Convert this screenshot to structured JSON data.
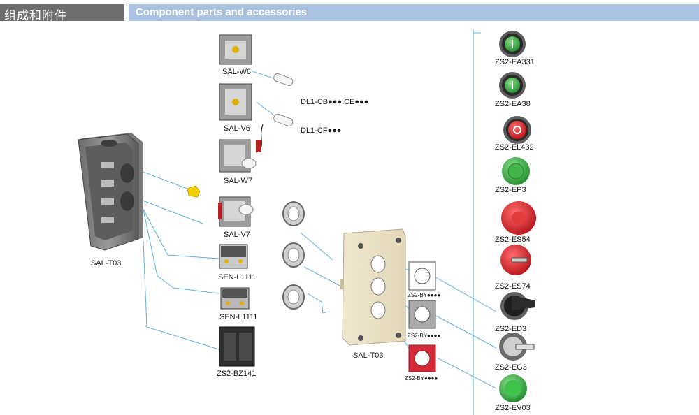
{
  "header": {
    "title_cn": "组成和附件",
    "title_en": "Component parts and accessories"
  },
  "colors": {
    "header_dark": "#6f6f6f",
    "header_light": "#a9c3e0",
    "connector_line": "#5fb3d9"
  },
  "labels": {
    "enclosure_left": "SAL-T03",
    "enclosure_right": "SAL-T03",
    "sal_w6": "SAL-W6",
    "sal_v6": "SAL-V6",
    "sal_w7": "SAL-W7",
    "sal_v7": "SAL-V7",
    "sen_l1111_a": "SEN-L1111",
    "sen_l1111_b": "SEN-L1111",
    "zs2_bz141": "ZS2-BZ141",
    "dl1_cb": "DL1-CB●●●,CE●●●",
    "dl1_cf": "DL1-CF●●●",
    "plate_1": "ZS2-BY●●●●",
    "plate_2": "ZS2-BY●●●●",
    "plate_3": "ZS2-BY●●●●"
  },
  "heads": [
    {
      "code": "ZS2-EA331",
      "icon": "green-flush-pushbutton-icon"
    },
    {
      "code": "ZS2-EA38",
      "icon": "green-flush-pushbutton-icon"
    },
    {
      "code": "ZS2-EL432",
      "icon": "red-illuminated-pushbutton-icon"
    },
    {
      "code": "ZS2-EP3",
      "icon": "green-projecting-pushbutton-icon"
    },
    {
      "code": "ZS2-ES54",
      "icon": "red-mushroom-pushbutton-icon"
    },
    {
      "code": "ZS2-ES74",
      "icon": "red-key-mushroom-icon"
    },
    {
      "code": "ZS2-ED3",
      "icon": "black-selector-switch-icon"
    },
    {
      "code": "ZS2-EG3",
      "icon": "key-selector-switch-icon"
    },
    {
      "code": "ZS2-EV03",
      "icon": "green-pilot-light-icon"
    }
  ]
}
